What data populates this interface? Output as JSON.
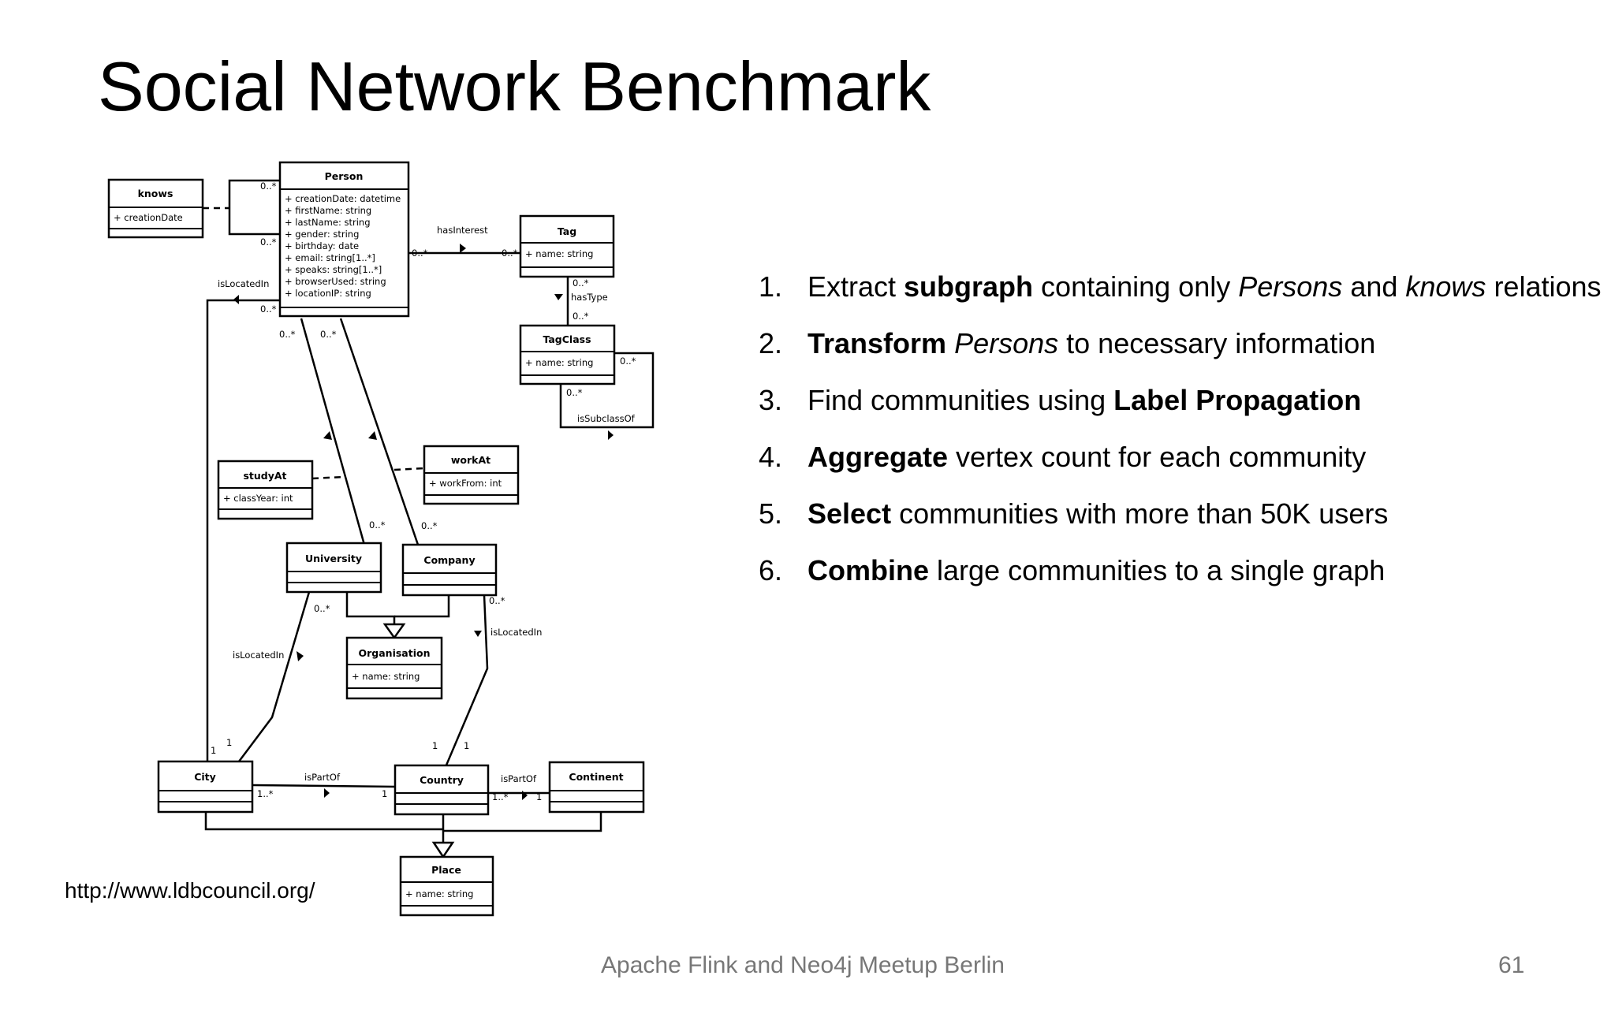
{
  "slide": {
    "title": "Social Network Benchmark",
    "url": "http://www.ldbcouncil.org/",
    "footer": "Apache Flink and Neo4j Meetup Berlin",
    "page_number": "61"
  },
  "steps": [
    {
      "num": "1.",
      "parts": [
        {
          "t": "Extract ",
          "s": "n"
        },
        {
          "t": "subgraph",
          "s": "b"
        },
        {
          "t": " containing only ",
          "s": "n"
        },
        {
          "t": "Persons",
          "s": "i"
        },
        {
          "t": " and ",
          "s": "n"
        },
        {
          "t": "knows",
          "s": "i"
        },
        {
          "t": " relations",
          "s": "n"
        }
      ]
    },
    {
      "num": "2.",
      "parts": [
        {
          "t": "Transform",
          "s": "b"
        },
        {
          "t": " ",
          "s": "n"
        },
        {
          "t": "Persons",
          "s": "i"
        },
        {
          "t": " to necessary information",
          "s": "n"
        }
      ]
    },
    {
      "num": "3.",
      "parts": [
        {
          "t": "Find communities using ",
          "s": "n"
        },
        {
          "t": "Label Propagation",
          "s": "b"
        }
      ]
    },
    {
      "num": "4.",
      "parts": [
        {
          "t": "Aggregate",
          "s": "b"
        },
        {
          "t": " vertex count for each community",
          "s": "n"
        }
      ]
    },
    {
      "num": "5.",
      "parts": [
        {
          "t": "Select",
          "s": "b"
        },
        {
          "t": " communities with more than 50K users",
          "s": "n"
        }
      ]
    },
    {
      "num": "6.",
      "parts": [
        {
          "t": "Combine",
          "s": "b"
        },
        {
          "t": " large communities to a single graph",
          "s": "n"
        }
      ]
    }
  ],
  "diagram": {
    "classes": {
      "person": {
        "name": "Person",
        "attrs": [
          "+ creationDate: datetime",
          "+ firstName: string",
          "+ lastName: string",
          "+ gender: string",
          "+ birthday: date",
          "+ email: string[1..*]",
          "+ speaks: string[1..*]",
          "+ browserUsed: string",
          "+ locationIP: string"
        ]
      },
      "knows": {
        "name": "knows",
        "attrs": [
          "+ creationDate"
        ]
      },
      "tag": {
        "name": "Tag",
        "attrs": [
          "+ name: string"
        ]
      },
      "tagclass": {
        "name": "TagClass",
        "attrs": [
          "+ name: string"
        ]
      },
      "studyat": {
        "name": "studyAt",
        "attrs": [
          "+ classYear: int"
        ]
      },
      "workat": {
        "name": "workAt",
        "attrs": [
          "+ workFrom: int"
        ]
      },
      "university": {
        "name": "University",
        "attrs": []
      },
      "company": {
        "name": "Company",
        "attrs": []
      },
      "organisation": {
        "name": "Organisation",
        "attrs": [
          "+ name: string"
        ]
      },
      "city": {
        "name": "City",
        "attrs": []
      },
      "country": {
        "name": "Country",
        "attrs": []
      },
      "continent": {
        "name": "Continent",
        "attrs": []
      },
      "place": {
        "name": "Place",
        "attrs": [
          "+ name: string"
        ]
      }
    },
    "labels": {
      "has_interest": "hasInterest",
      "has_type": "hasType",
      "is_subclass_of": "isSubclassOf",
      "is_located_in_person": "isLocatedIn",
      "is_located_in_university": "isLocatedIn",
      "is_located_in_company": "isLocatedIn",
      "is_part_of_city": "isPartOf",
      "is_part_of_country": "isPartOf"
    },
    "multiplicities": {
      "knows_top": "0..*",
      "knows_bottom": "0..*",
      "interest_person": "0..*",
      "interest_tag": "0..*",
      "type_tag": "0..*",
      "type_tagclass": "0..*",
      "subclass_right": "0..*",
      "subclass_bottom": "0..*",
      "person_location": "0..*",
      "person_study": "0..*",
      "person_work": "0..*",
      "university_study": "0..*",
      "company_work": "0..*",
      "university_city": "0..*",
      "company_country": "0..*",
      "city_university": "1",
      "city_person": "1",
      "country_company_left": "1",
      "country_company_right": "1",
      "city_part": "1..*",
      "country_part_city": "1",
      "country_part": "1..*",
      "continent_part": "1"
    }
  }
}
